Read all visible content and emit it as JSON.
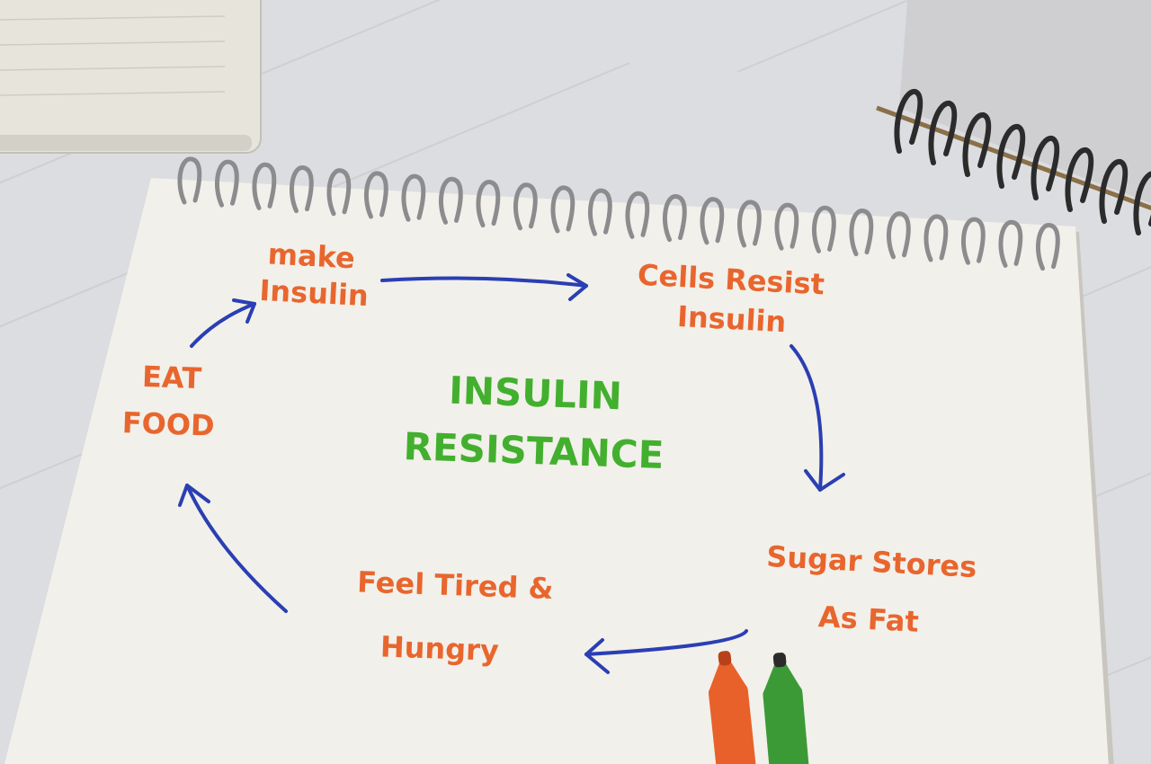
{
  "diagram": {
    "title_lines": [
      "INSULIN",
      "RESISTANCE"
    ],
    "steps": [
      {
        "id": "make-insulin",
        "lines": [
          "make",
          "Insulin"
        ]
      },
      {
        "id": "cells-resist-insulin",
        "lines": [
          "Cells Resist",
          "Insulin"
        ]
      },
      {
        "id": "sugar-stores-as-fat",
        "lines": [
          "Sugar Stores",
          "As Fat"
        ]
      },
      {
        "id": "feel-tired-hungry",
        "lines": [
          "Feel Tired &",
          "Hungry"
        ]
      },
      {
        "id": "eat-food",
        "lines": [
          "EAT",
          "FOOD"
        ]
      }
    ]
  },
  "colors": {
    "desk": "#dcdde0",
    "desk_grain": "#c9cacd",
    "paper": "#f2f0ea",
    "paper_shadow": "#c8c6bf",
    "wire": "#8c8c8e",
    "step_text": "#e8662e",
    "title_text": "#42b02e",
    "arrow": "#2a3fb4",
    "marker_orange": "#e8612a",
    "marker_green": "#3c9a36",
    "marker_tip_dark": "#2b2b2b"
  }
}
